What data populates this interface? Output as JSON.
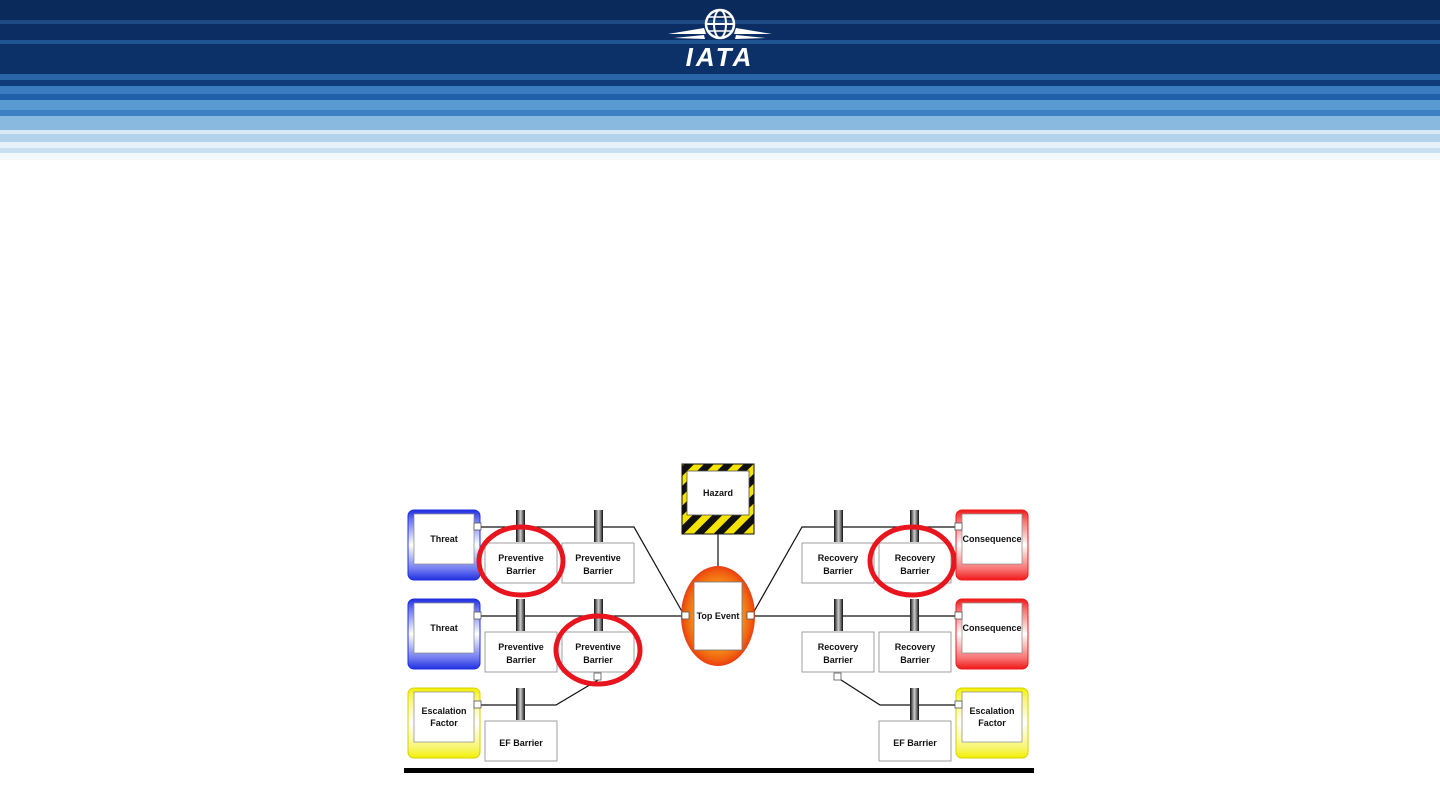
{
  "header": {
    "logo_text": "IATA"
  },
  "diagram": {
    "hazard": "Hazard",
    "top_event": "Top Event",
    "threats": [
      "Threat",
      "Threat"
    ],
    "escalation_factors": [
      [
        "Escalation",
        "Factor"
      ],
      [
        "Escalation",
        "Factor"
      ]
    ],
    "consequences": [
      "Consequence",
      "Consequence"
    ],
    "preventive_barrier": [
      "Preventive",
      "Barrier"
    ],
    "recovery_barrier": [
      "Recovery",
      "Barrier"
    ],
    "ef_barrier": "EF Barrier",
    "colors": {
      "threat": "#1f2fe0",
      "consequence": "#f01818",
      "escalation": "#f2f000",
      "highlight": "#e8141e",
      "top_event": "#f06010"
    }
  }
}
